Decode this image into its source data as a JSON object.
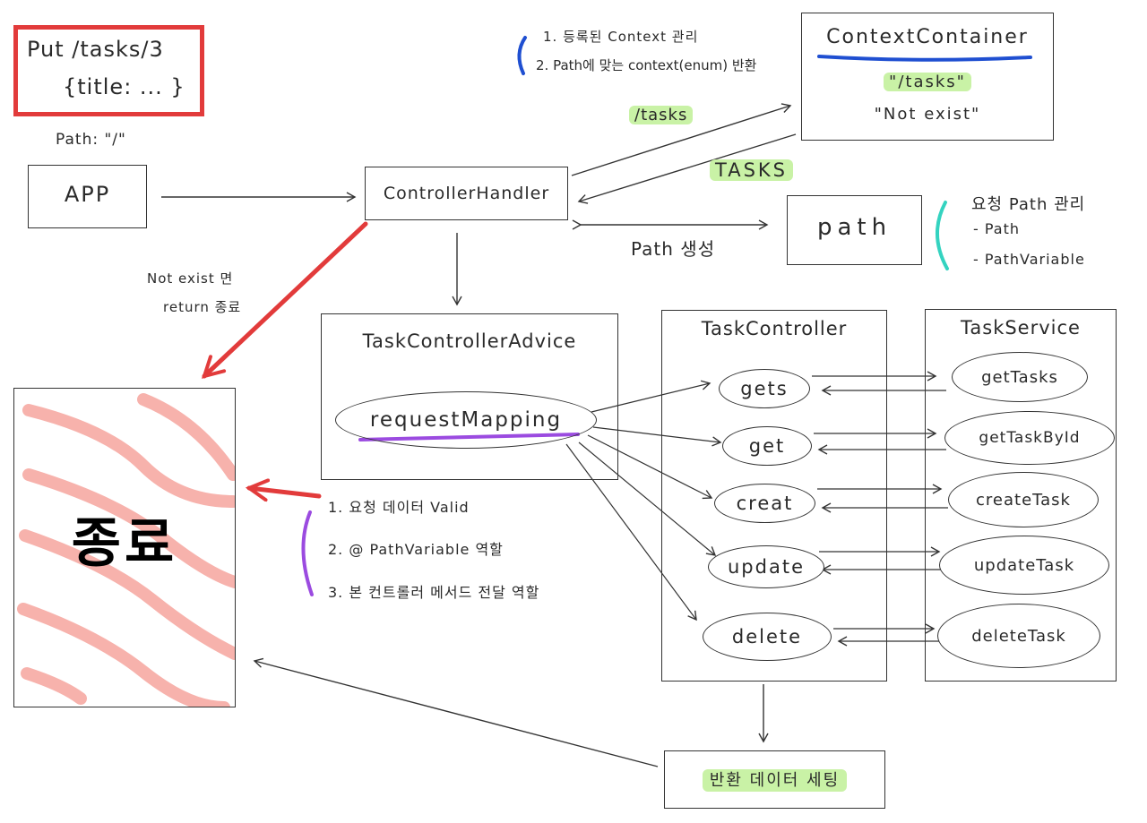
{
  "request_box": {
    "line1": "Put /tasks/3",
    "line2": "{title: ... }"
  },
  "path_label": "Path: \"/\"",
  "app": {
    "label": "APP"
  },
  "controller_handler": {
    "label": "ControllerHandler"
  },
  "context_container": {
    "title": "ContextContainer",
    "item1": "\"/tasks\"",
    "item2": "\"Not exist\""
  },
  "context_notes": {
    "note1": "1. 등록된 Context 관리",
    "note2": "2. Path에 맞는 context(enum) 반환"
  },
  "arrow_labels": {
    "tasks_path": "/tasks",
    "tasks_enum": "TASKS",
    "path_create": "Path 생성"
  },
  "path_box": {
    "label": "path"
  },
  "path_notes": {
    "title": "요청 Path 관리",
    "item1": "- Path",
    "item2": "- PathVariable"
  },
  "not_exist_note": {
    "line1": "Not exist 면",
    "line2": "return 종료"
  },
  "end_box": {
    "label": "종료"
  },
  "advice": {
    "title": "TaskControllerAdvice",
    "method": "requestMapping"
  },
  "advice_notes": {
    "item1": "1. 요청 데이터 Valid",
    "item2": "2. @ PathVariable 역할",
    "item3": "3. 본 컨트롤러 메서드 전달 역할"
  },
  "task_controller": {
    "title": "TaskController",
    "methods": [
      "gets",
      "get",
      "creat",
      "update",
      "delete"
    ]
  },
  "task_service": {
    "title": "TaskService",
    "methods": [
      "getTasks",
      "getTaskById",
      "createTask",
      "updateTask",
      "deleteTask"
    ]
  },
  "return_box": {
    "label": "반환 데이터 세팅"
  },
  "colors": {
    "red": "#e23b3b",
    "blue": "#1f4fd1",
    "purple": "#9b4be0",
    "teal": "#34d3c0",
    "green_hl": "#c9f2a6",
    "stripe": "#f7b2ac"
  }
}
